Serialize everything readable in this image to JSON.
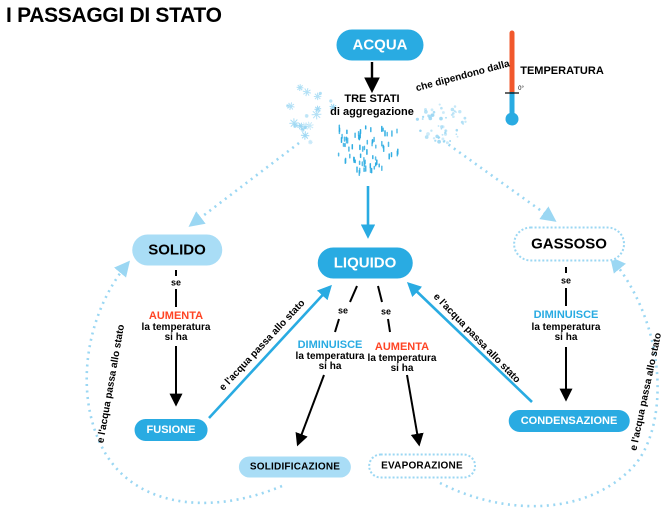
{
  "title": "I PASSAGGI DI STATO",
  "palette": {
    "blue": "#29ABE2",
    "light_blue_fill": "#A9DDF6",
    "pale_blue": "#9BD7F3",
    "red": "#FF4424",
    "thermo_red": "#F1582C"
  },
  "top": {
    "acqua": "ACQUA",
    "tre_stati_line1": "TRE STATI",
    "tre_stati_line2": "di aggregazione",
    "dipendono_note": "che dipendono dalla",
    "temperatura_label": "TEMPERATURA",
    "thermo_tick": "0°"
  },
  "states": {
    "solido": "SOLIDO",
    "liquido": "LIQUIDO",
    "gassoso": "GASSOSO"
  },
  "processes": {
    "fusione": "FUSIONE",
    "solidificazione": "SOLIDIFICAZIONE",
    "evaporazione": "EVAPORAZIONE",
    "condensazione": "CONDENSAZIONE"
  },
  "edge_labels": {
    "se": "se",
    "aumenta": "AUMENTA",
    "diminuisce": "DIMINUISCE",
    "la_temperatura": "la temperatura",
    "si_ha": "si ha",
    "passa": "e l'acqua passa allo stato"
  },
  "icons": [
    "snowflakes-cluster",
    "raindrops-cluster",
    "gas-dots-cluster",
    "thermometer-icon"
  ]
}
